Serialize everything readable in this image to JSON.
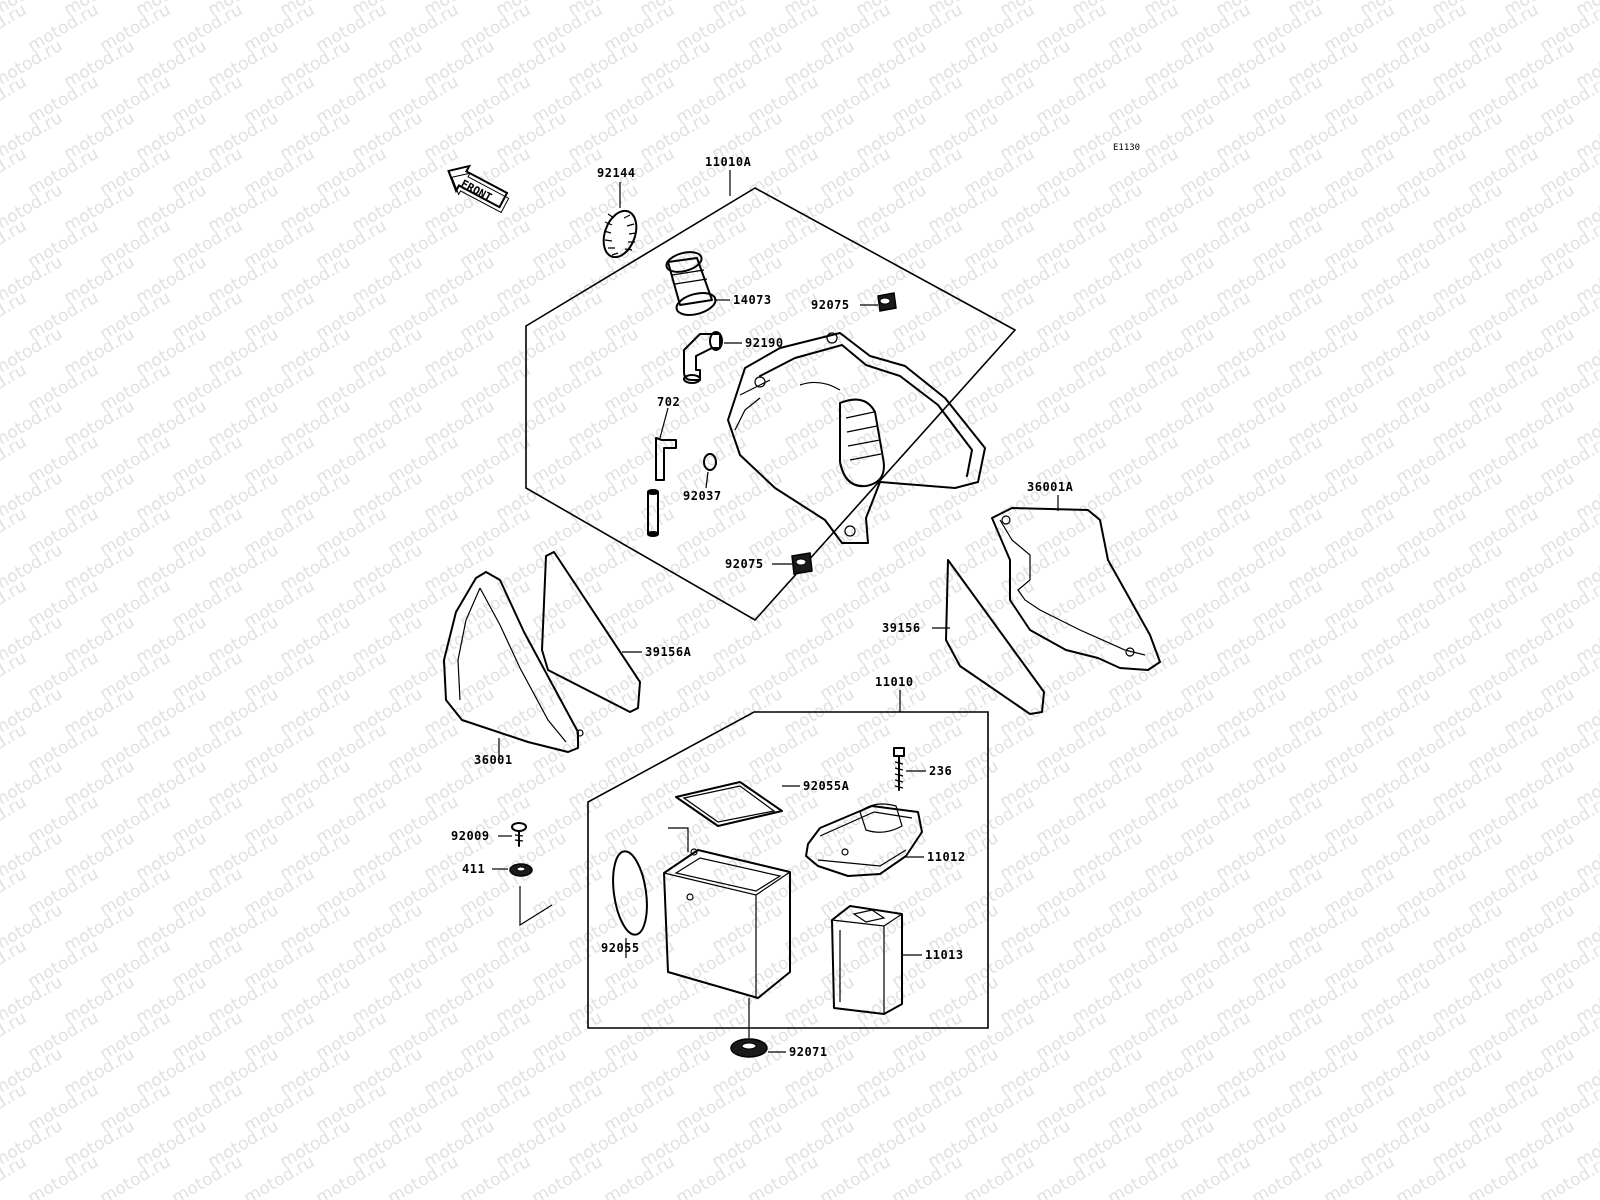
{
  "watermark": "motod.ru",
  "diagram_code": "E1130",
  "front_label": "FRONT",
  "groups": [
    {
      "id": "upper",
      "label": "11010A"
    },
    {
      "id": "lower",
      "label": "11010"
    }
  ],
  "parts": [
    {
      "id": "p92144",
      "label": "92144"
    },
    {
      "id": "p14073",
      "label": "14073"
    },
    {
      "id": "p92075a",
      "label": "92075"
    },
    {
      "id": "p92190",
      "label": "92190"
    },
    {
      "id": "p702",
      "label": "702"
    },
    {
      "id": "p92037",
      "label": "92037"
    },
    {
      "id": "p92075b",
      "label": "92075"
    },
    {
      "id": "p36001A",
      "label": "36001A"
    },
    {
      "id": "p39156A",
      "label": "39156A"
    },
    {
      "id": "p39156",
      "label": "39156"
    },
    {
      "id": "p36001",
      "label": "36001"
    },
    {
      "id": "p236",
      "label": "236"
    },
    {
      "id": "p92055A",
      "label": "92055A"
    },
    {
      "id": "p92009",
      "label": "92009"
    },
    {
      "id": "p411",
      "label": "411"
    },
    {
      "id": "p11012",
      "label": "11012"
    },
    {
      "id": "p92055",
      "label": "92055"
    },
    {
      "id": "p11013",
      "label": "11013"
    },
    {
      "id": "p92071",
      "label": "92071"
    }
  ]
}
